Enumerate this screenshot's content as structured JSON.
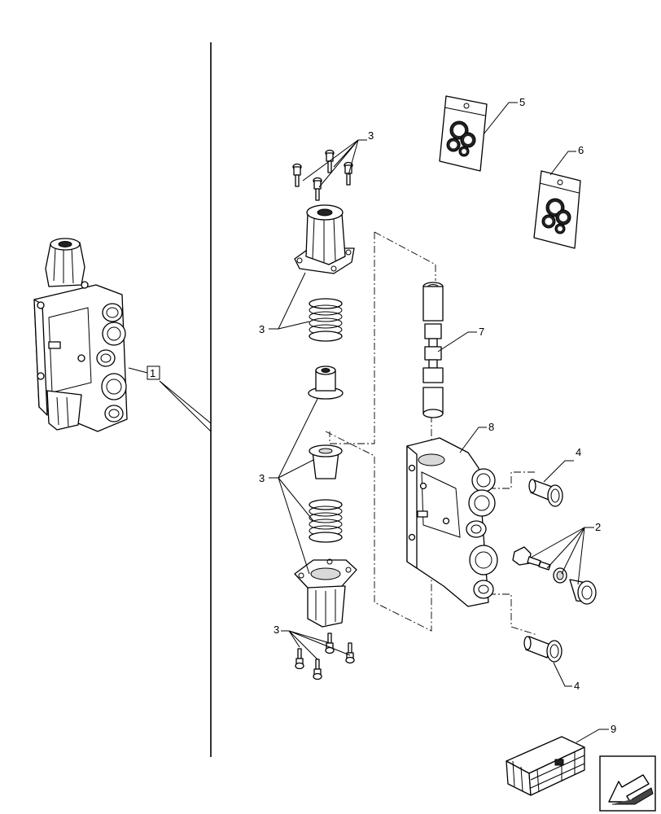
{
  "callouts": {
    "c1": "1",
    "c2": "2",
    "c3": "3",
    "c4": "4",
    "c5": "5",
    "c6": "6",
    "c7": "7",
    "c8": "8",
    "c9": "9"
  },
  "icons": {
    "nav_button": "arrow-back-icon"
  }
}
